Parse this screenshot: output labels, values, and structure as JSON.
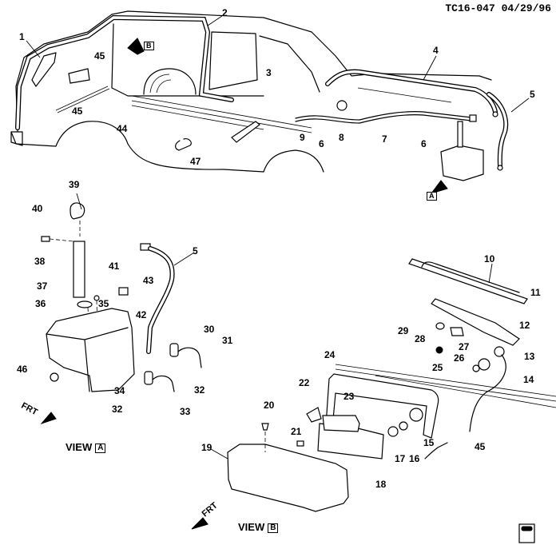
{
  "header": {
    "code": "TC16-047",
    "date": "04/29/96"
  },
  "views": {
    "a": {
      "prefix": "VIEW",
      "letter": "A"
    },
    "b": {
      "prefix": "VIEW",
      "letter": "B"
    }
  },
  "markers": {
    "view_a_arrow_letter": "A",
    "view_b_arrow_letter": "B",
    "front_label": "FRT"
  },
  "callouts": {
    "c1": "1",
    "c2": "2",
    "c3": "3",
    "c4": "4",
    "c5_top": "5",
    "c5_view": "5",
    "c6_left": "6",
    "c6_right": "6",
    "c7": "7",
    "c8": "8",
    "c9": "9",
    "c10": "10",
    "c11": "11",
    "c12": "12",
    "c13": "13",
    "c14": "14",
    "c15": "15",
    "c16": "16",
    "c17": "17",
    "c18": "18",
    "c19": "19",
    "c20": "20",
    "c21": "21",
    "c22": "22",
    "c23": "23",
    "c24": "24",
    "c25": "25",
    "c26": "26",
    "c27": "27",
    "c28": "28",
    "c29": "29",
    "c30": "30",
    "c31": "31",
    "c32_a": "32",
    "c32_b": "32",
    "c33": "33",
    "c34": "34",
    "c35": "35",
    "c36": "36",
    "c37": "37",
    "c38": "38",
    "c39": "39",
    "c40": "40",
    "c41": "41",
    "c42": "42",
    "c43": "43",
    "c44": "44",
    "c45_upper": "45",
    "c45_lower": "45",
    "c45_rear": "45",
    "c46": "46",
    "c47": "47"
  },
  "icons": {
    "corner_badge": "gm-spo-logo-icon"
  }
}
